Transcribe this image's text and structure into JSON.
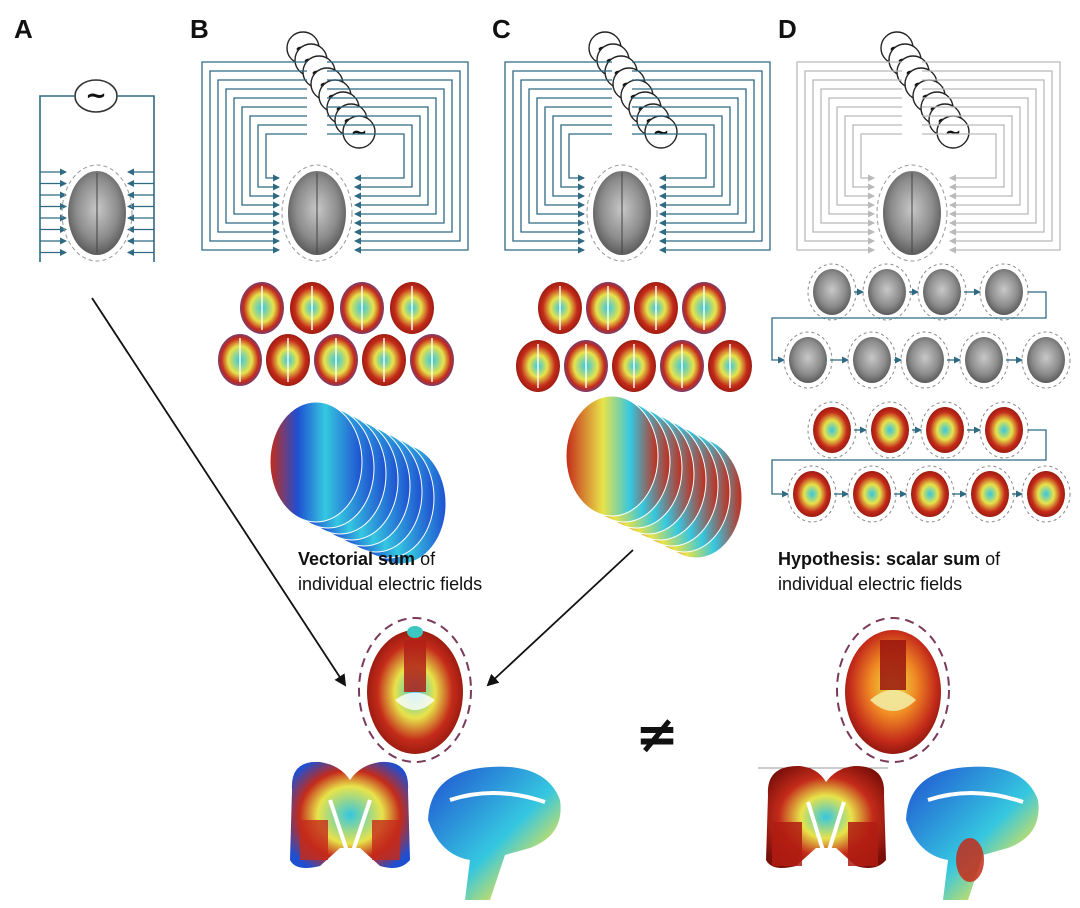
{
  "panels": {
    "a": {
      "label": "A"
    },
    "b": {
      "label": "B"
    },
    "c": {
      "label": "C"
    },
    "d": {
      "label": "D"
    }
  },
  "source_symbol": "~",
  "caption_vector": {
    "bold": "Vectorial sum",
    "rest": " of",
    "line2": "individual electric fields"
  },
  "caption_scalar": {
    "bold": "Hypothesis: scalar sum",
    "rest": " of",
    "line2": "individual electric fields"
  },
  "not_equal": "≠",
  "colors": {
    "wire": "#2e6a84",
    "wire_grey": "#b9b9b9",
    "brain_grey": "#8a8a8a",
    "map_blue": "#1f4fd1",
    "map_cyan": "#35c7e0",
    "map_yellow": "#e8e34a",
    "map_red": "#c42b1a",
    "map_darkred": "#7a0f0a"
  }
}
